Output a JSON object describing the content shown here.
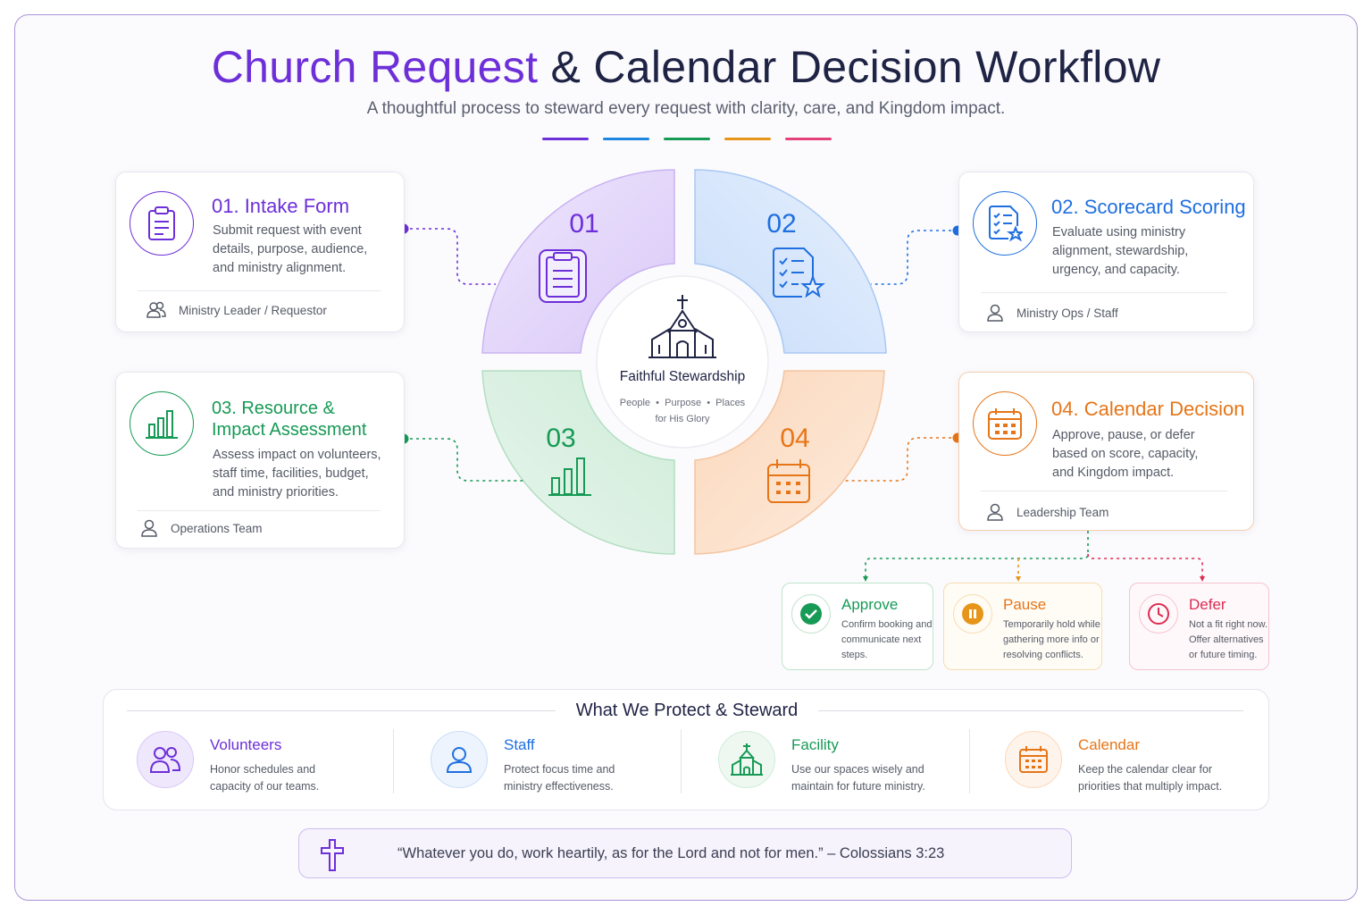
{
  "title_part1": "Church Request",
  "title_part2": "& Calendar Decision Workflow",
  "subtitle": "A thoughtful process to steward every request with clarity, care, and Kingdom impact.",
  "colors": {
    "purple": "#6d2fd8",
    "blue": "#1f6fe0",
    "green": "#179a55",
    "orange": "#e67518",
    "pink": "#e4407a",
    "red": "#dc2d52"
  },
  "center": {
    "title": "Faithful Stewardship",
    "subtitle_line1": "People  •  Purpose  •  Places",
    "subtitle_line2": "for His Glory",
    "icon": "church-icon"
  },
  "quadrants": [
    {
      "number": "01",
      "icon": "clipboard-icon"
    },
    {
      "number": "02",
      "icon": "checklist-star-icon"
    },
    {
      "number": "03",
      "icon": "bar-chart-icon"
    },
    {
      "number": "04",
      "icon": "calendar-icon"
    }
  ],
  "steps": [
    {
      "title": "01. Intake Form",
      "desc": [
        "Submit request with event",
        "details, purpose, audience,",
        "and ministry alignment."
      ],
      "role": "Ministry Leader / Requestor",
      "icon": "clipboard-icon",
      "role_icon": "users-icon"
    },
    {
      "title": "02. Scorecard Scoring",
      "desc": [
        "Evaluate using ministry",
        "alignment, stewardship,",
        "urgency, and capacity."
      ],
      "role": "Ministry Ops / Staff",
      "icon": "checklist-star-icon",
      "role_icon": "user-icon"
    },
    {
      "title_line1": "03. Resource &",
      "title_line2": "Impact Assessment",
      "desc": [
        "Assess impact on volunteers,",
        "staff time, facilities, budget,",
        "and ministry priorities."
      ],
      "role": "Operations Team",
      "icon": "bar-chart-icon",
      "role_icon": "user-icon"
    },
    {
      "title": "04. Calendar Decision",
      "desc": [
        "Approve, pause, or defer",
        "based on score, capacity,",
        "and Kingdom impact."
      ],
      "role": "Leadership Team",
      "icon": "calendar-icon",
      "role_icon": "user-icon"
    }
  ],
  "outcomes": [
    {
      "label": "Approve",
      "desc": [
        "Confirm booking and",
        "communicate next steps."
      ],
      "icon": "check-circle-icon"
    },
    {
      "label": "Pause",
      "desc": [
        "Temporarily hold while",
        "gathering more info or",
        "resolving conflicts."
      ],
      "icon": "pause-circle-icon"
    },
    {
      "label": "Defer",
      "desc": [
        "Not a fit right now.",
        "Offer alternatives",
        "or future timing."
      ],
      "icon": "clock-icon"
    }
  ],
  "steward": {
    "heading": "What We Protect & Steward",
    "items": [
      {
        "label": "Volunteers",
        "desc": [
          "Honor schedules and",
          "capacity of our teams."
        ],
        "icon": "users-icon"
      },
      {
        "label": "Staff",
        "desc": [
          "Protect focus time and",
          "ministry effectiveness."
        ],
        "icon": "user-icon"
      },
      {
        "label": "Facility",
        "desc": [
          "Use our spaces wisely and",
          "maintain for future ministry."
        ],
        "icon": "church-icon"
      },
      {
        "label": "Calendar",
        "desc": [
          "Keep the calendar clear for",
          "priorities that multiply impact."
        ],
        "icon": "calendar-icon"
      }
    ]
  },
  "quote": "“Whatever you do, work heartily, as for the Lord and not for men.” – Colossians 3:23"
}
